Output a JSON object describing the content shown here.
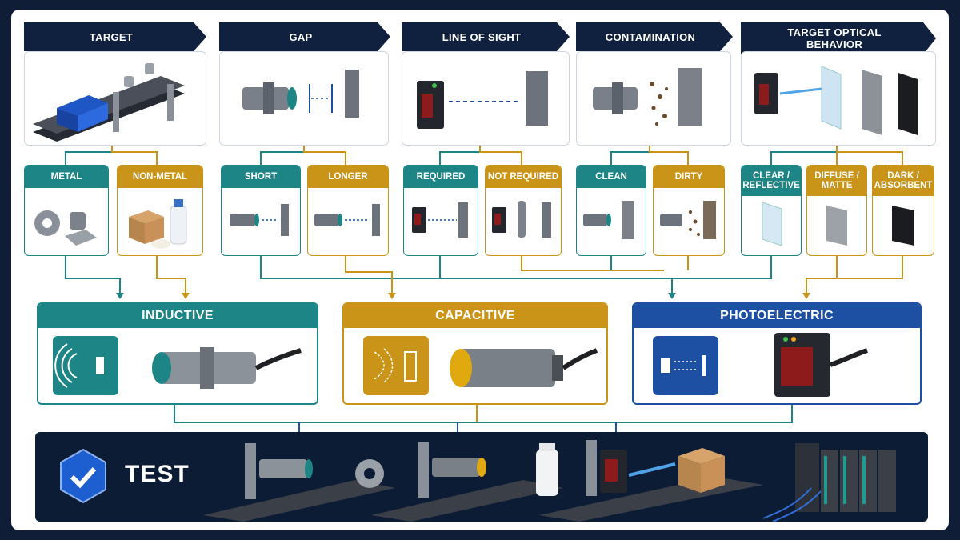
{
  "headers": {
    "target": "TARGET",
    "gap": "GAP",
    "line_of_sight": "LINE OF SIGHT",
    "contamination": "CONTAMINATION",
    "target_optical_behavior": "TARGET OPTICAL BEHAVIOR"
  },
  "options": {
    "metal": "METAL",
    "non_metal": "NON-METAL",
    "short": "SHORT",
    "longer": "LONGER",
    "required": "REQUIRED",
    "not_required": "NOT REQUIRED",
    "clean": "CLEAN",
    "dirty": "DIRTY",
    "clear_reflective": "CLEAR / REFLECTIVE",
    "diffuse_matte": "DIFFUSE / MATTE",
    "dark_absorbent": "DARK / ABSORBENT"
  },
  "sensors": {
    "inductive": "INDUCTIVE",
    "capacitive": "CAPACITIVE",
    "photoelectric": "PHOTOELECTRIC"
  },
  "test": {
    "label": "TEST"
  },
  "colors": {
    "navy": "#10213f",
    "teal": "#1d8586",
    "gold": "#c99417",
    "blue": "#1d4fa3"
  }
}
